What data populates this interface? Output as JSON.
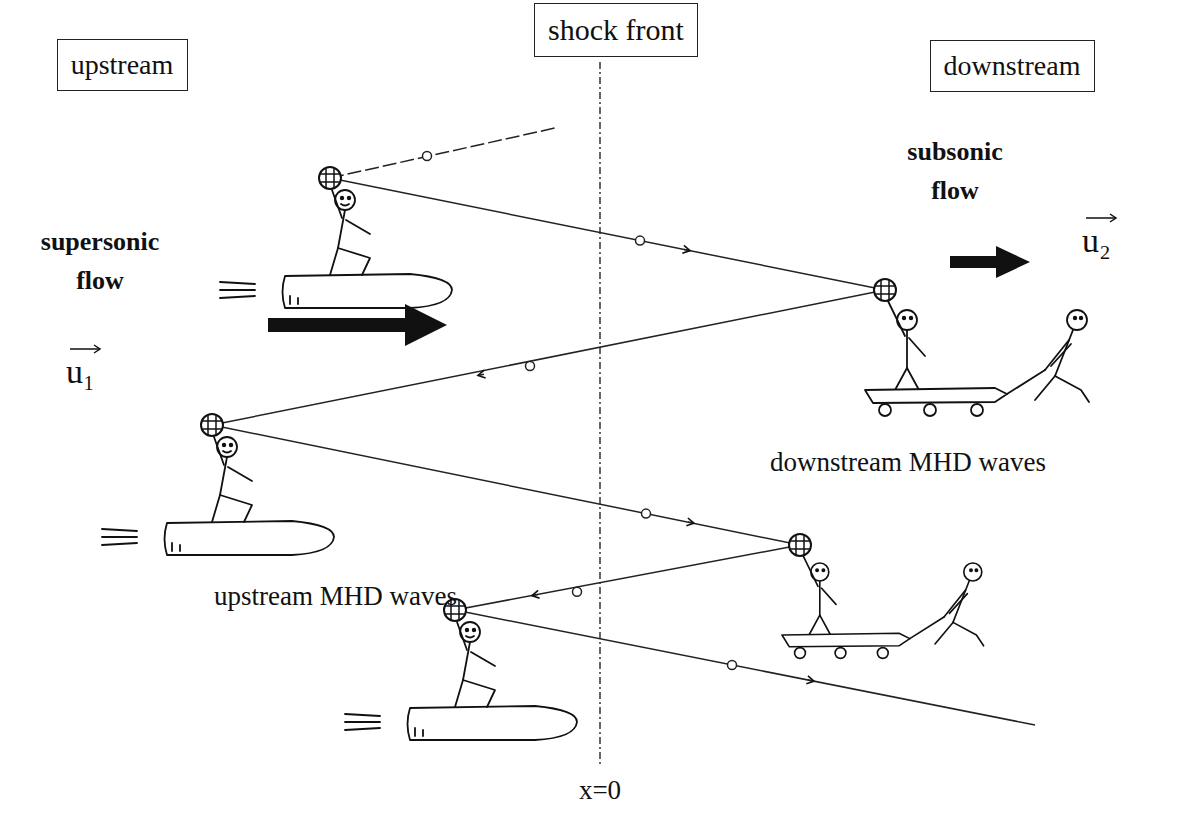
{
  "diagram": {
    "nodes": [
      {
        "text": [
          "upstream"
        ]
      },
      {
        "text": [
          "shock front"
        ]
      },
      {
        "text": [
          "downstream"
        ]
      }
    ],
    "labels": [
      "supersonic flow",
      "u₁",
      "subsonic flow",
      "u₂",
      "downstream MHD waves",
      "upstream MHD waves",
      "x=0"
    ]
  }
}
